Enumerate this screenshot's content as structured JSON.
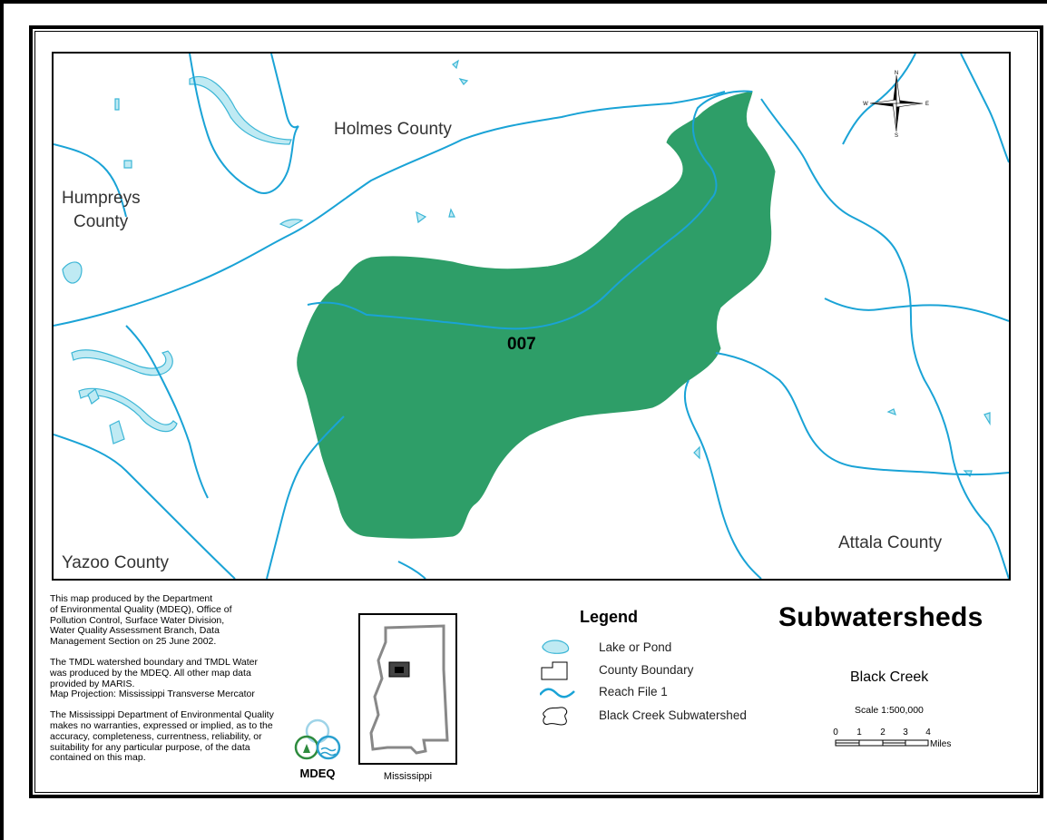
{
  "map": {
    "county_labels": {
      "holmes": "Holmes County",
      "humphreys_line1": "Humpreys",
      "humphreys_line2": "County",
      "yazoo": "Yazoo County",
      "attala": "Attala County"
    },
    "subwatershed_label": "007",
    "north_arrow": {
      "n": "N",
      "s": "S",
      "e": "E",
      "w": "W"
    },
    "colors": {
      "subwatershed_fill": "#2e9e68",
      "reach": "#1aa3d6",
      "lake_fill": "#bfeaf3",
      "lake_stroke": "#3cb6d6"
    }
  },
  "disclaimer": {
    "production": "This map produced by the Department\nof Environmental Quality (MDEQ), Office of\nPollution Control, Surface Water Division,\nWater Quality Assessment Branch, Data\nManagement Section on 25 June 2002.",
    "data_sources": "The TMDL watershed boundary and TMDL Water\nwas produced by the MDEQ. All other map data\nprovided by MARIS.\nMap Projection: Mississippi Transverse Mercator",
    "warranty": "The Mississippi Department of Environmental Quality\nmakes no warranties, expressed or implied, as to the\naccuracy, completeness, currentness, reliability, or\nsuitability for any particular purpose, of the data\ncontained on this map."
  },
  "logo": {
    "text": "MDEQ"
  },
  "locator": {
    "caption": "Mississippi"
  },
  "legend": {
    "title": "Legend",
    "items": [
      {
        "label": "Lake or Pond",
        "icon": "lake-icon"
      },
      {
        "label": "County Boundary",
        "icon": "county-boundary-icon"
      },
      {
        "label": "Reach File 1",
        "icon": "reach-icon"
      },
      {
        "label": "Black Creek Subwatershed",
        "icon": "subwatershed-icon"
      }
    ]
  },
  "title": "Subwatersheds",
  "subtitle": "Black Creek",
  "scale": {
    "label": "Scale 1:500,000",
    "ticks": [
      "0",
      "1",
      "2",
      "3",
      "4"
    ],
    "unit": "Miles"
  }
}
